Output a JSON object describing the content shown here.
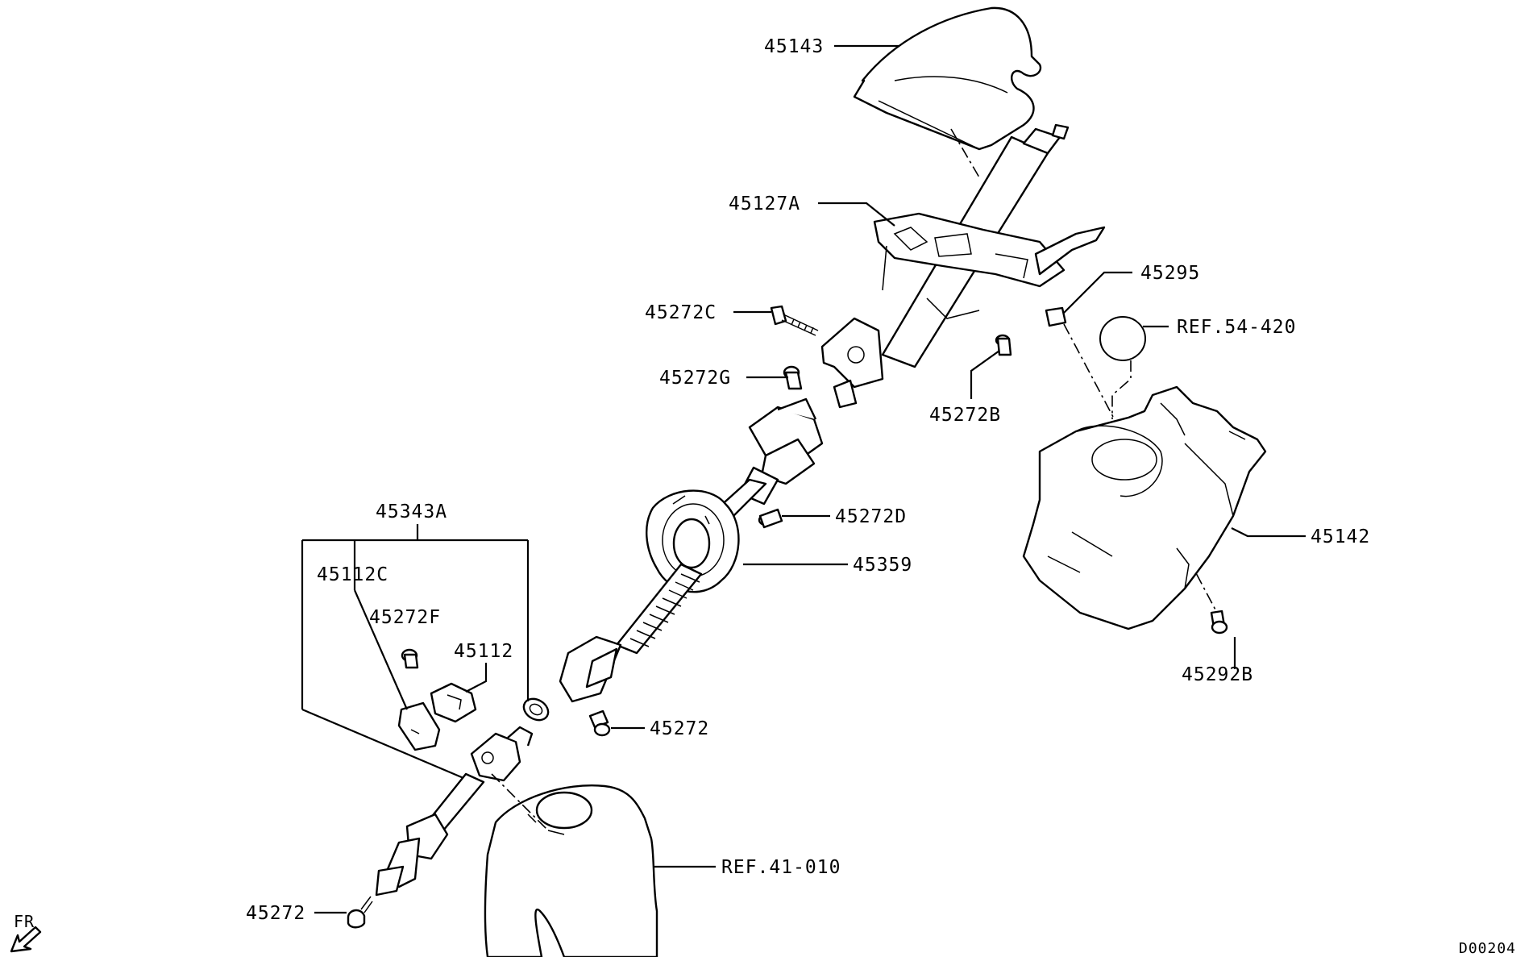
{
  "diagram": {
    "drawing_code": "D00204",
    "front_indicator": "FR",
    "callouts": {
      "p45143": "45143",
      "p45127A": "45127A",
      "p45295": "45295",
      "ref54420": "REF.54-420",
      "p45272C": "45272C",
      "p45272G": "45272G",
      "p45272B": "45272B",
      "p45343A": "45343A",
      "p45272D": "45272D",
      "p45142": "45142",
      "p45112C": "45112C",
      "p45359": "45359",
      "p45272F": "45272F",
      "p45112": "45112",
      "p45292B": "45292B",
      "p45272_mid": "45272",
      "ref41010": "REF.41-010",
      "p45272_low": "45272"
    }
  }
}
